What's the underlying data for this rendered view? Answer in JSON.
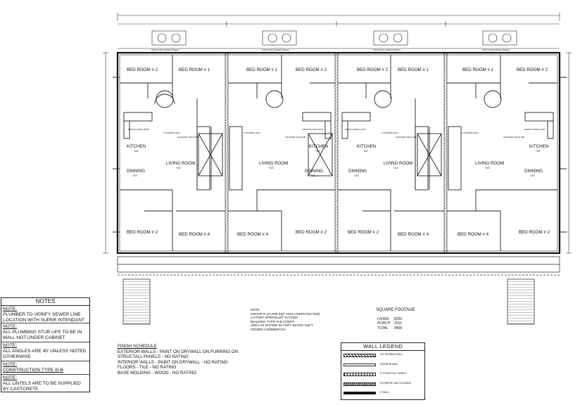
{
  "units": [
    {
      "rooms": {
        "bed_top_left": "BED ROOM # 2",
        "bed_top_right": "BED ROOM # 1",
        "kitchen": "KITCHEN",
        "living": "LIVING ROOM",
        "dining": "DINNING",
        "bed_bottom_left": "BED ROOM # 2",
        "bed_bottom_right": "BED ROOM # 4"
      }
    },
    {
      "rooms": {
        "bed_top_left": "BED ROOM # 1",
        "bed_top_right": "BED ROOM # 2",
        "kitchen": "KITCHEN",
        "living": "LIVING ROOM",
        "dining": "DINNING",
        "bed_bottom_left": "BED ROOM # 4",
        "bed_bottom_right": "BED ROOM # 2"
      }
    },
    {
      "rooms": {
        "bed_top_left": "BED ROOM # 2",
        "bed_top_right": "BED ROOM # 1",
        "kitchen": "KITCHEN",
        "living": "LIVING ROOM",
        "dining": "DINNING",
        "bed_bottom_left": "BED ROOM # 2",
        "bed_bottom_right": "BED ROOM # 4"
      }
    },
    {
      "rooms": {
        "bed_top_left": "BED ROOM # 1",
        "bed_top_right": "BED ROOM # 2",
        "kitchen": "KITCHEN",
        "living": "LIVING ROOM",
        "dining": "DINNING",
        "bed_bottom_left": "BED ROOM # 4",
        "bed_bottom_right": "BED ROOM # 2"
      }
    }
  ],
  "room_subtext": {
    "tile": "TILE"
  },
  "small_labels": {
    "plumbing_wall": "8\" PLUMBING WALL",
    "structural_panels": "STRUCTURAL PANELS PANELS",
    "recirculating": "RECIRCULATING HOOD",
    "ice_maker": "ICE MAKER LINE @ REF."
  },
  "notes": {
    "title": "NOTES",
    "items": [
      {
        "label": "NOTE:",
        "text": "PLUMBER TO VERIFY SEWER LINE LOCATION WITH SUPER INTENDANT"
      },
      {
        "label": "NOTE:",
        "text": "ALL PLUMBING STUB UPS TO BE IN WALL NOT UNDER CABINET"
      },
      {
        "label": "NOTE:",
        "text": "ALL ANGLES ARE 45' UNLESS NOTED OTHERWISE"
      },
      {
        "label": "NOTE:",
        "text": "CONSTRUCTION TYPE III-B"
      },
      {
        "label": "NOTE:",
        "text": "ALL LINTELS ARE TO BE SUPPLIED BY CASTCRETE"
      }
    ]
  },
  "finish_schedule": {
    "title": "FINISH SCHEDULE",
    "lines": [
      "EXTERIOR WALLS - PAINT ON DRYWALL ON FURRING ON",
      "STRUCTALL PANELS - NO RATING",
      "INTERIOR WALLS - PAINT ON DRYWALL - NO RATING",
      "FLOORS - TILE - NO RATING",
      "BASE MOLDING - WOOD - NO RATING"
    ]
  },
  "code_note": {
    "lines": [
      "NOTE",
      "GROUP R (21,000 SQF. MAX UNPROTECTED)",
      "2 STORY SPRINKLER SYSTEM",
      "BUILDING TYPE III-B CONST.",
      "AREA AS SHOWN IN COPY BLOCK SQFT.",
      "ZONING COMMERCIAL"
    ]
  },
  "square_footage": {
    "title": "SQUARE FOOTAGE",
    "rows": [
      {
        "label": "LIVING",
        "value": "8256"
      },
      {
        "label": "PORCH",
        "value": "1152"
      },
      {
        "label": "TOTAL",
        "value": "9408"
      }
    ]
  },
  "wall_legend": {
    "title": "WALL LEGEND",
    "items": [
      {
        "label": "INT. BEARING WALL",
        "swatch": "bearing"
      },
      {
        "label": "INTERIOR WALL",
        "swatch": "interior"
      },
      {
        "label": "8\" STRUCTALL PANELS",
        "swatch": "structall"
      },
      {
        "label": "EXTERIOR CMU COLUMNS",
        "swatch": "cmu"
      },
      {
        "label": "6\" WALL",
        "swatch": "six"
      }
    ]
  },
  "colors": {
    "ink": "#111111",
    "paper": "#ffffff"
  }
}
